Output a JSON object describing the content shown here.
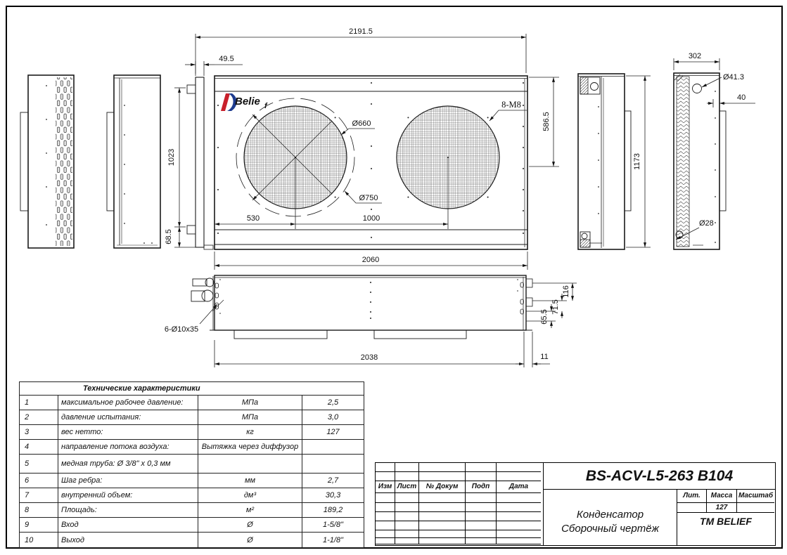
{
  "drawing": {
    "logo": {
      "main": "Belie",
      "sub": "f"
    },
    "dims": {
      "overall_width": "2191.5",
      "flange_offset": "49.5",
      "top_to_fan": "586.5",
      "panel_height": "1023",
      "bottom_flange": "68.5",
      "fan_grill_dia": "Ø660",
      "fan_dia": "Ø750",
      "bolts": "8-M8",
      "fan1_offset": "530",
      "fan_pitch": "1000",
      "body_width": "2060",
      "side_height": "1173",
      "depth": "302",
      "inlet_dia": "Ø41.3",
      "pipe_offset": "40",
      "outlet_dia": "Ø28",
      "base_length": "2038",
      "base_offset": "11",
      "slot_spec": "6-Ø10x35",
      "step1": "116",
      "step2": "71.5",
      "step3": "65.5"
    }
  },
  "spec_table": {
    "title": "Технические характеристики",
    "rows": [
      {
        "num": "1",
        "name": "максимальное рабочее давление:",
        "unit": "МПа",
        "value": "2,5"
      },
      {
        "num": "2",
        "name": "давление испытания:",
        "unit": "МПа",
        "value": "3,0"
      },
      {
        "num": "3",
        "name": "вес нетто:",
        "unit": "кг",
        "value": "127"
      },
      {
        "num": "4",
        "name": "направление потока воздуха:",
        "unit": "Вытяжка через диффузор",
        "value": ""
      },
      {
        "num": "5",
        "name": "медная труба: Ø 3/8\" x 0,3 мм",
        "unit": "",
        "value": ""
      },
      {
        "num": "6",
        "name": "Шаг ребра:",
        "unit": "мм",
        "value": "2,7"
      },
      {
        "num": "7",
        "name": "внутренний объем:",
        "unit": "дм³",
        "value": "30,3"
      },
      {
        "num": "8",
        "name": "Площадь:",
        "unit": "м²",
        "value": "189,2"
      },
      {
        "num": "9",
        "name": "Вход",
        "unit": "Ø",
        "value": "1-5/8\""
      },
      {
        "num": "10",
        "name": "Выход",
        "unit": "Ø",
        "value": "1-1/8\""
      }
    ]
  },
  "title_block": {
    "columns": [
      "Изм",
      "Лист",
      "№ Докум",
      "Подп",
      "Дата"
    ],
    "doc_number": "BS-ACV-L5-263 B104",
    "lit_label": "Лит.",
    "mass_label": "Масса",
    "scale_label": "Масштаб",
    "mass_value": "127",
    "product_title": "Конденсатор",
    "drawing_type": "Сборочный чертёж",
    "company": "TM BELIEF"
  }
}
